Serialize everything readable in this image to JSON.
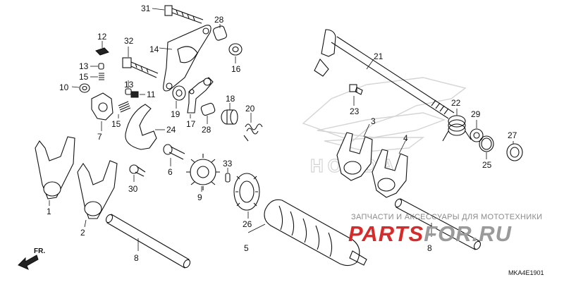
{
  "callouts": [
    {
      "id": "c1",
      "text": "1"
    },
    {
      "id": "c2",
      "text": "2"
    },
    {
      "id": "c3",
      "text": "3"
    },
    {
      "id": "c4",
      "text": "4"
    },
    {
      "id": "c5",
      "text": "5"
    },
    {
      "id": "c6",
      "text": "6"
    },
    {
      "id": "c7",
      "text": "7"
    },
    {
      "id": "c8a",
      "text": "8"
    },
    {
      "id": "c8b",
      "text": "8"
    },
    {
      "id": "c9",
      "text": "9"
    },
    {
      "id": "c10",
      "text": "10"
    },
    {
      "id": "c11",
      "text": "11"
    },
    {
      "id": "c12",
      "text": "12"
    },
    {
      "id": "c13a",
      "text": "13"
    },
    {
      "id": "c13b",
      "text": "13"
    },
    {
      "id": "c14",
      "text": "14"
    },
    {
      "id": "c15a",
      "text": "15"
    },
    {
      "id": "c15b",
      "text": "15"
    },
    {
      "id": "c16",
      "text": "16"
    },
    {
      "id": "c17",
      "text": "17"
    },
    {
      "id": "c18",
      "text": "18"
    },
    {
      "id": "c19",
      "text": "19"
    },
    {
      "id": "c20",
      "text": "20"
    },
    {
      "id": "c21",
      "text": "21"
    },
    {
      "id": "c22",
      "text": "22"
    },
    {
      "id": "c23",
      "text": "23"
    },
    {
      "id": "c24",
      "text": "24"
    },
    {
      "id": "c25",
      "text": "25"
    },
    {
      "id": "c26",
      "text": "26"
    },
    {
      "id": "c27",
      "text": "27"
    },
    {
      "id": "c28a",
      "text": "28"
    },
    {
      "id": "c28b",
      "text": "28"
    },
    {
      "id": "c29",
      "text": "29"
    },
    {
      "id": "c30",
      "text": "30"
    },
    {
      "id": "c31",
      "text": "31"
    },
    {
      "id": "c32",
      "text": "32"
    },
    {
      "id": "c33",
      "text": "33"
    }
  ],
  "direction_label": "FR.",
  "diagram_code": "MKA4E1901",
  "watermark": {
    "tagline": "ЗАПЧАСТИ И АКСЕССУАРЫ ДЛЯ МОТОТЕХНИКИ",
    "logo_part1": "PARTS",
    "logo_part2": "FOR.RU"
  },
  "colors": {
    "line": "#111111",
    "watermark_red": "#d62b2b",
    "watermark_gray": "#9a9a9a"
  }
}
